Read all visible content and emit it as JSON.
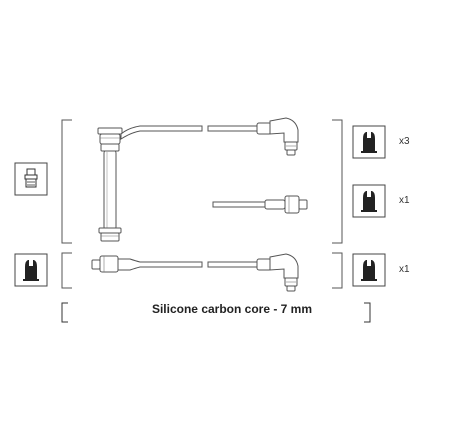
{
  "caption": "Silicone carbon core - 7 mm",
  "quantities": {
    "top": "x3",
    "middle": "x1",
    "bottom": "x1"
  },
  "icons": {
    "left_top": "coil-connector-icon",
    "left_bottom": "spark-plug-boot-icon",
    "right_top": "spark-plug-boot-icon",
    "right_middle": "spark-plug-boot-icon",
    "right_bottom": "spark-plug-boot-icon"
  },
  "colors": {
    "line": "#555555",
    "box_border": "#444444",
    "icon_fill": "#222222",
    "text": "#222222"
  }
}
